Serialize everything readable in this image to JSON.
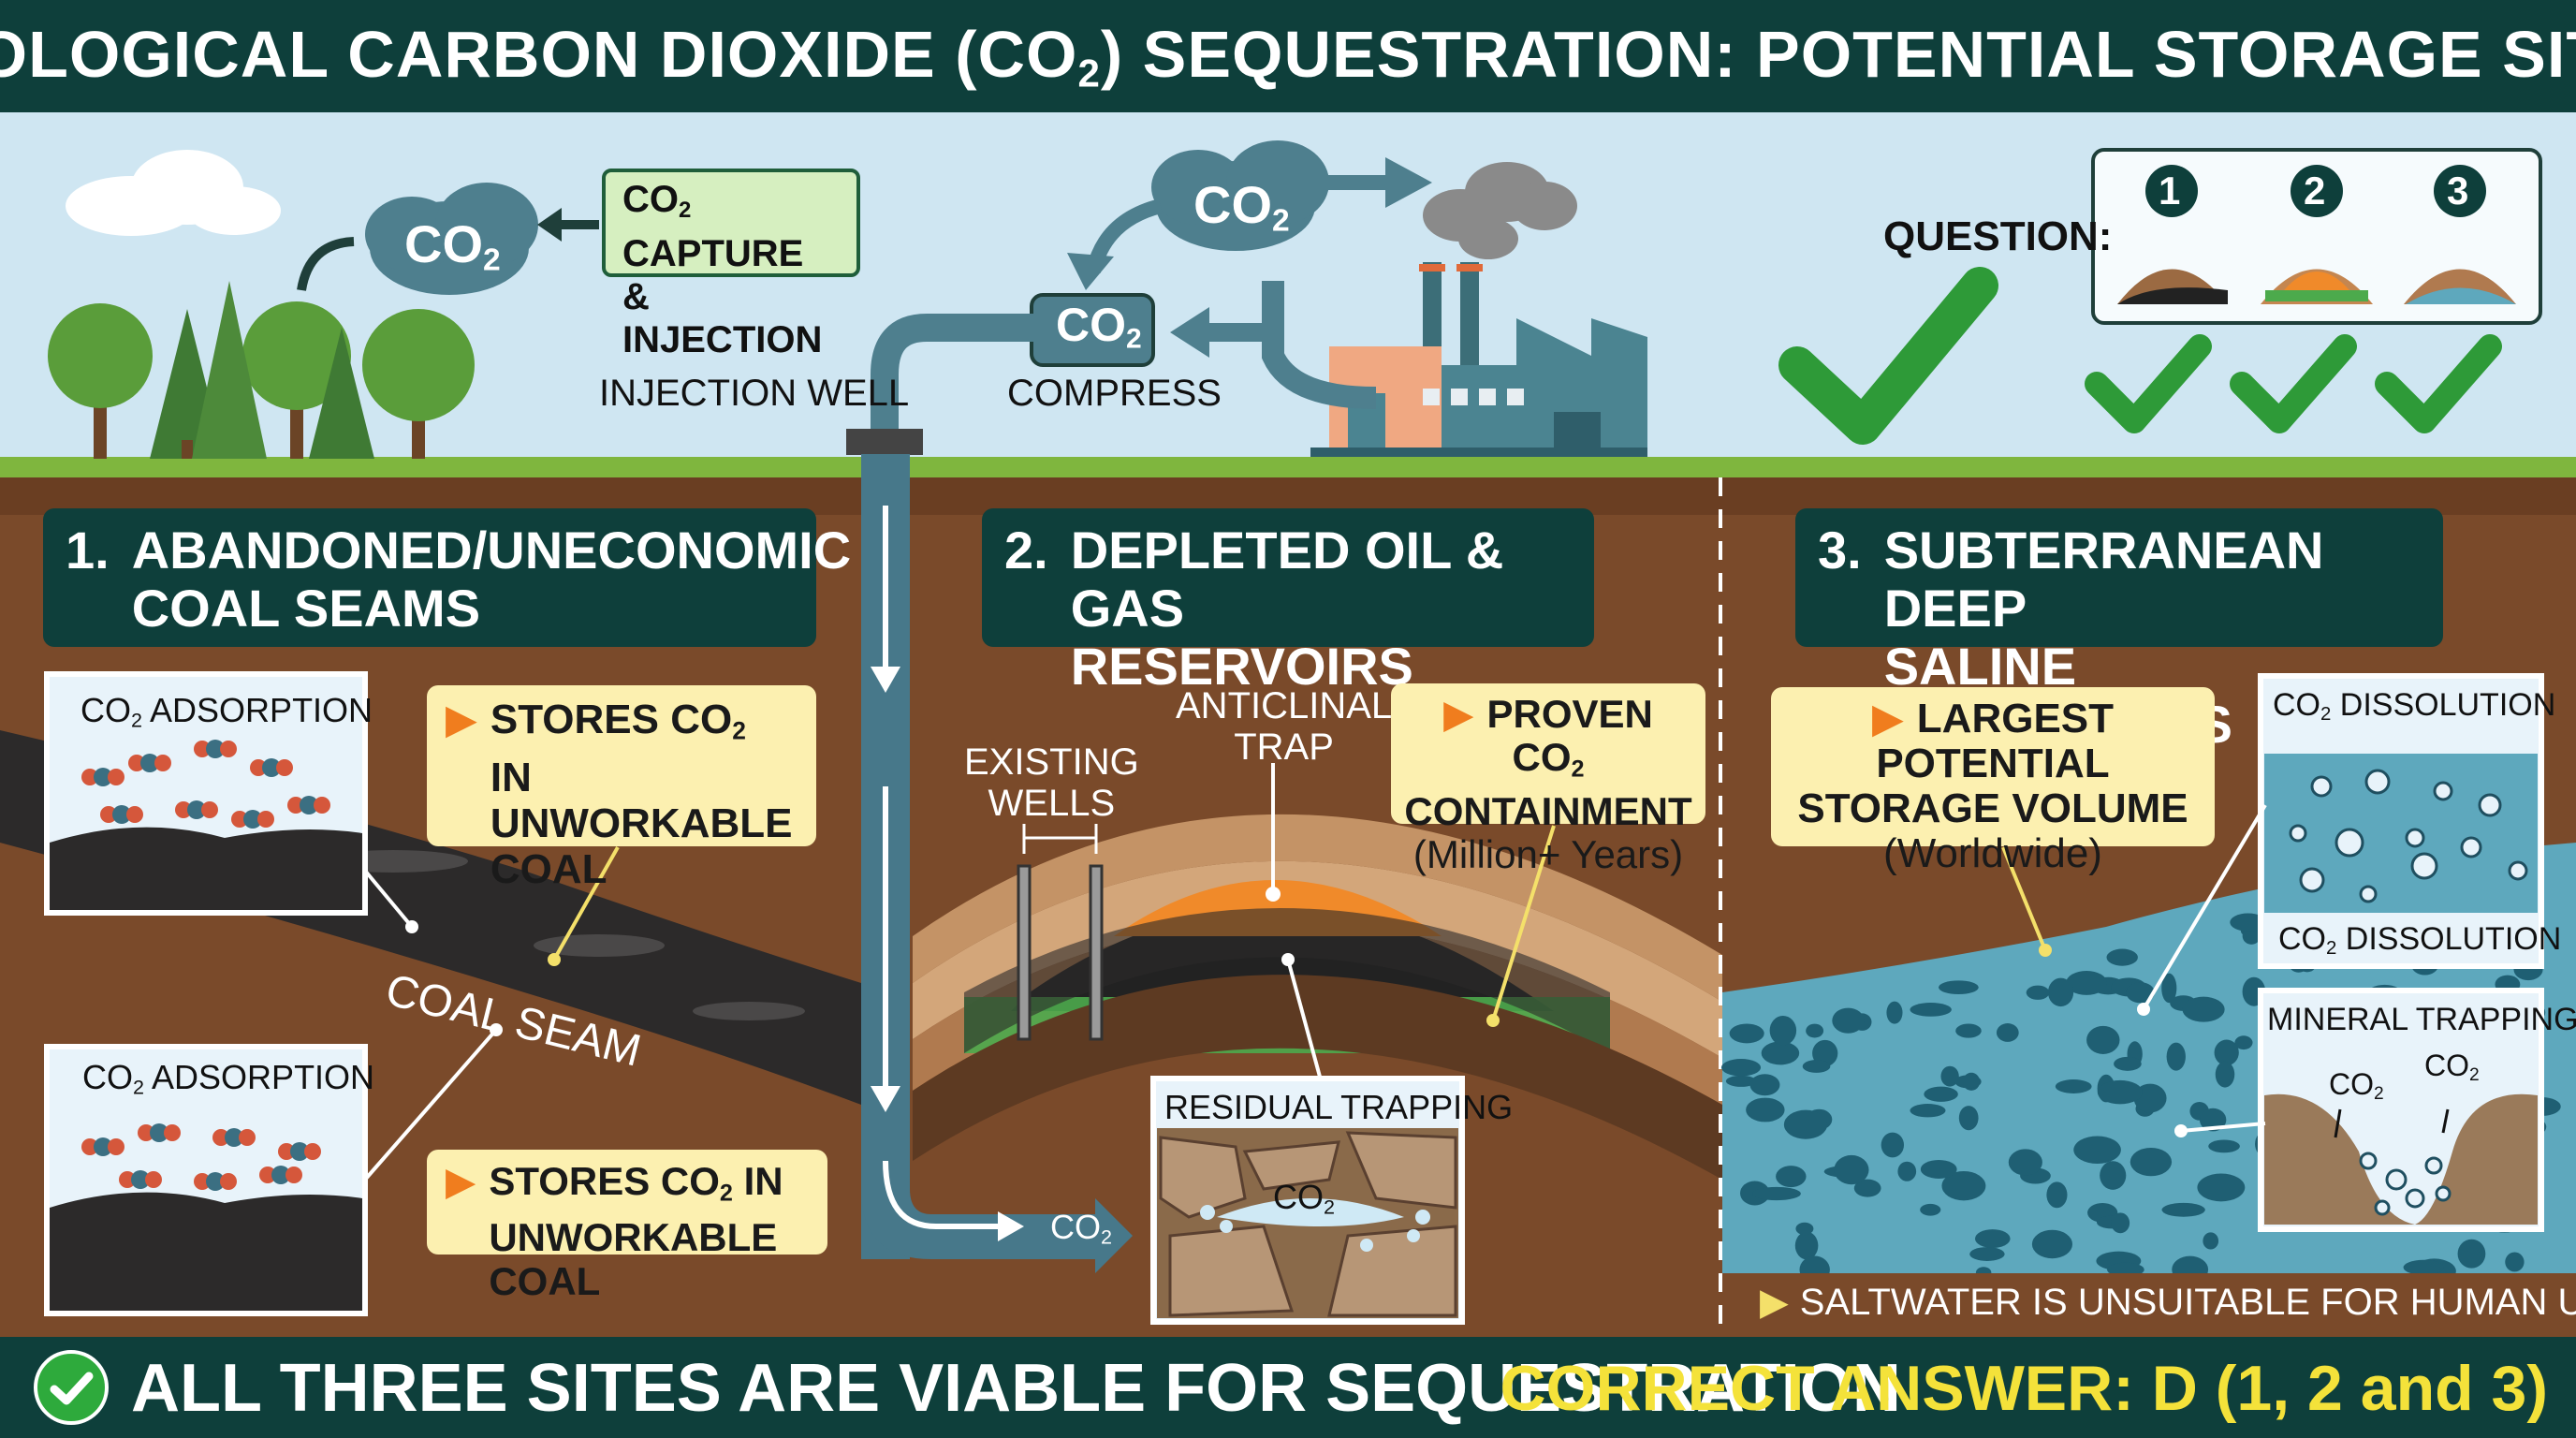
{
  "title": {
    "pre": "GEOLOGICAL CARBON DIOXIDE (CO",
    "sub": "2",
    "post": ") SEQUESTRATION: POTENTIAL STORAGE SITES"
  },
  "surface": {
    "capture_box": {
      "line1_pre": "CO",
      "line1_sub": "2",
      "line1_post": " CAPTURE",
      "line2": "& INJECTION"
    },
    "cloud_left": {
      "pre": "CO",
      "sub": "2"
    },
    "cloud_top": {
      "pre": "CO",
      "sub": "2"
    },
    "compress_box": {
      "pre": "CO",
      "sub": "2"
    },
    "injection_well_label": "INJECTION WELL",
    "compress_label": "COMPRESS"
  },
  "question": {
    "label": "QUESTION:",
    "options": [
      "1",
      "2",
      "3"
    ]
  },
  "panels": [
    {
      "num": "1.",
      "line1": "ABANDONED/UNECONOMIC",
      "line2": "COAL SEAMS"
    },
    {
      "num": "2.",
      "line1": "DEPLETED OIL & GAS",
      "line2": "RESERVOIRS"
    },
    {
      "num": "3.",
      "line1": "SUBTERRANEAN DEEP",
      "line2": "SALINE FORMATIONS"
    }
  ],
  "coal": {
    "inset1_title": {
      "pre": "CO",
      "sub": "2",
      "post": " ADSORPTION"
    },
    "inset2_title": {
      "pre": "CO",
      "sub": "2",
      "post": " ADSORPTION"
    },
    "note1": {
      "l1_pre": "STORES CO",
      "l1_sub": "2",
      "l1_post": " IN",
      "l2": "UNWORKABLE",
      "l3": "COAL"
    },
    "note2": {
      "l1_pre": "STORES CO",
      "l1_sub": "2",
      "l1_post": " IN",
      "l2": "UNWORKABLE COAL"
    },
    "seam_label": "COAL SEAM"
  },
  "well": {
    "outlet": {
      "pre": "CO",
      "sub": "2"
    }
  },
  "oil": {
    "existing_wells": [
      "EXISTING",
      "WELLS"
    ],
    "anticlinal_trap": [
      "ANTICLINAL",
      "TRAP"
    ],
    "note": {
      "l1_pre": "PROVEN CO",
      "l1_sub": "2",
      "l2": "CONTAINMENT",
      "l3": "(Million+ Years)"
    },
    "residual_title": "RESIDUAL TRAPPING",
    "residual_co2": {
      "pre": "CO",
      "sub": "2"
    }
  },
  "saline": {
    "note": {
      "l1": "LARGEST POTENTIAL",
      "l2": "STORAGE VOLUME",
      "l3": "(Worldwide)"
    },
    "dissolution_top": {
      "pre": "CO",
      "sub": "2",
      "post": " DISSOLUTION"
    },
    "dissolution_bottom": {
      "pre": "CO",
      "sub": "2",
      "post": " DISSOLUTION"
    },
    "mineral_title": "MINERAL TRAPPING",
    "mineral_co2_a": {
      "pre": "CO",
      "sub": "2"
    },
    "mineral_co2_b": {
      "pre": "CO",
      "sub": "2"
    },
    "saltwater_note": "SALTWATER IS UNSUITABLE FOR HUMAN USE"
  },
  "footer": {
    "left": "ALL THREE SITES ARE VIABLE FOR SEQUESTRATION",
    "right": "CORRECT ANSWER: D (1, 2 and 3)"
  },
  "colors": {
    "sky": "#cfe6f2",
    "soil": "#7a4a2a",
    "header": "#0e3f3b",
    "note_yellow": "#fcf0b0",
    "check_green": "#2eaa3c",
    "answer_yellow": "#f4e23a",
    "saline_blue": "#5ea8bd",
    "oil_orange": "#f08a2a"
  }
}
